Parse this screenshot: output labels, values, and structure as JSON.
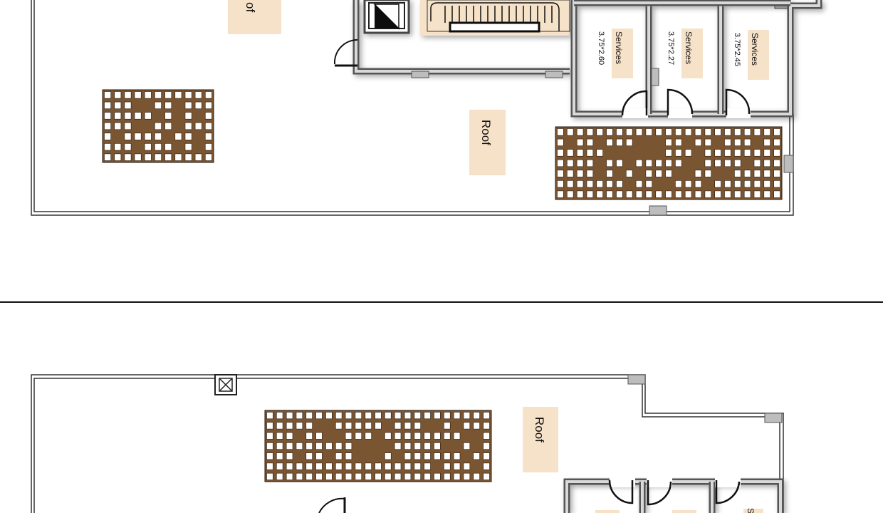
{
  "top_plan": {
    "roof_labels": [
      "of",
      "Roof"
    ],
    "rooms": [
      {
        "name": "Services",
        "size": "3.75*2.60"
      },
      {
        "name": "Services",
        "size": "3.75*2.27"
      },
      {
        "name": "Services",
        "size": "3.75*2.45"
      }
    ]
  },
  "bottom_plan": {
    "roof_labels": [
      "Roof"
    ],
    "rooms": [
      {
        "name": "S"
      }
    ]
  },
  "colors": {
    "wall": "#4a4a4a",
    "wall_shadow": "#bdbdbd",
    "label_bg": "#f6e2c8",
    "pergola": "#7a5532"
  }
}
